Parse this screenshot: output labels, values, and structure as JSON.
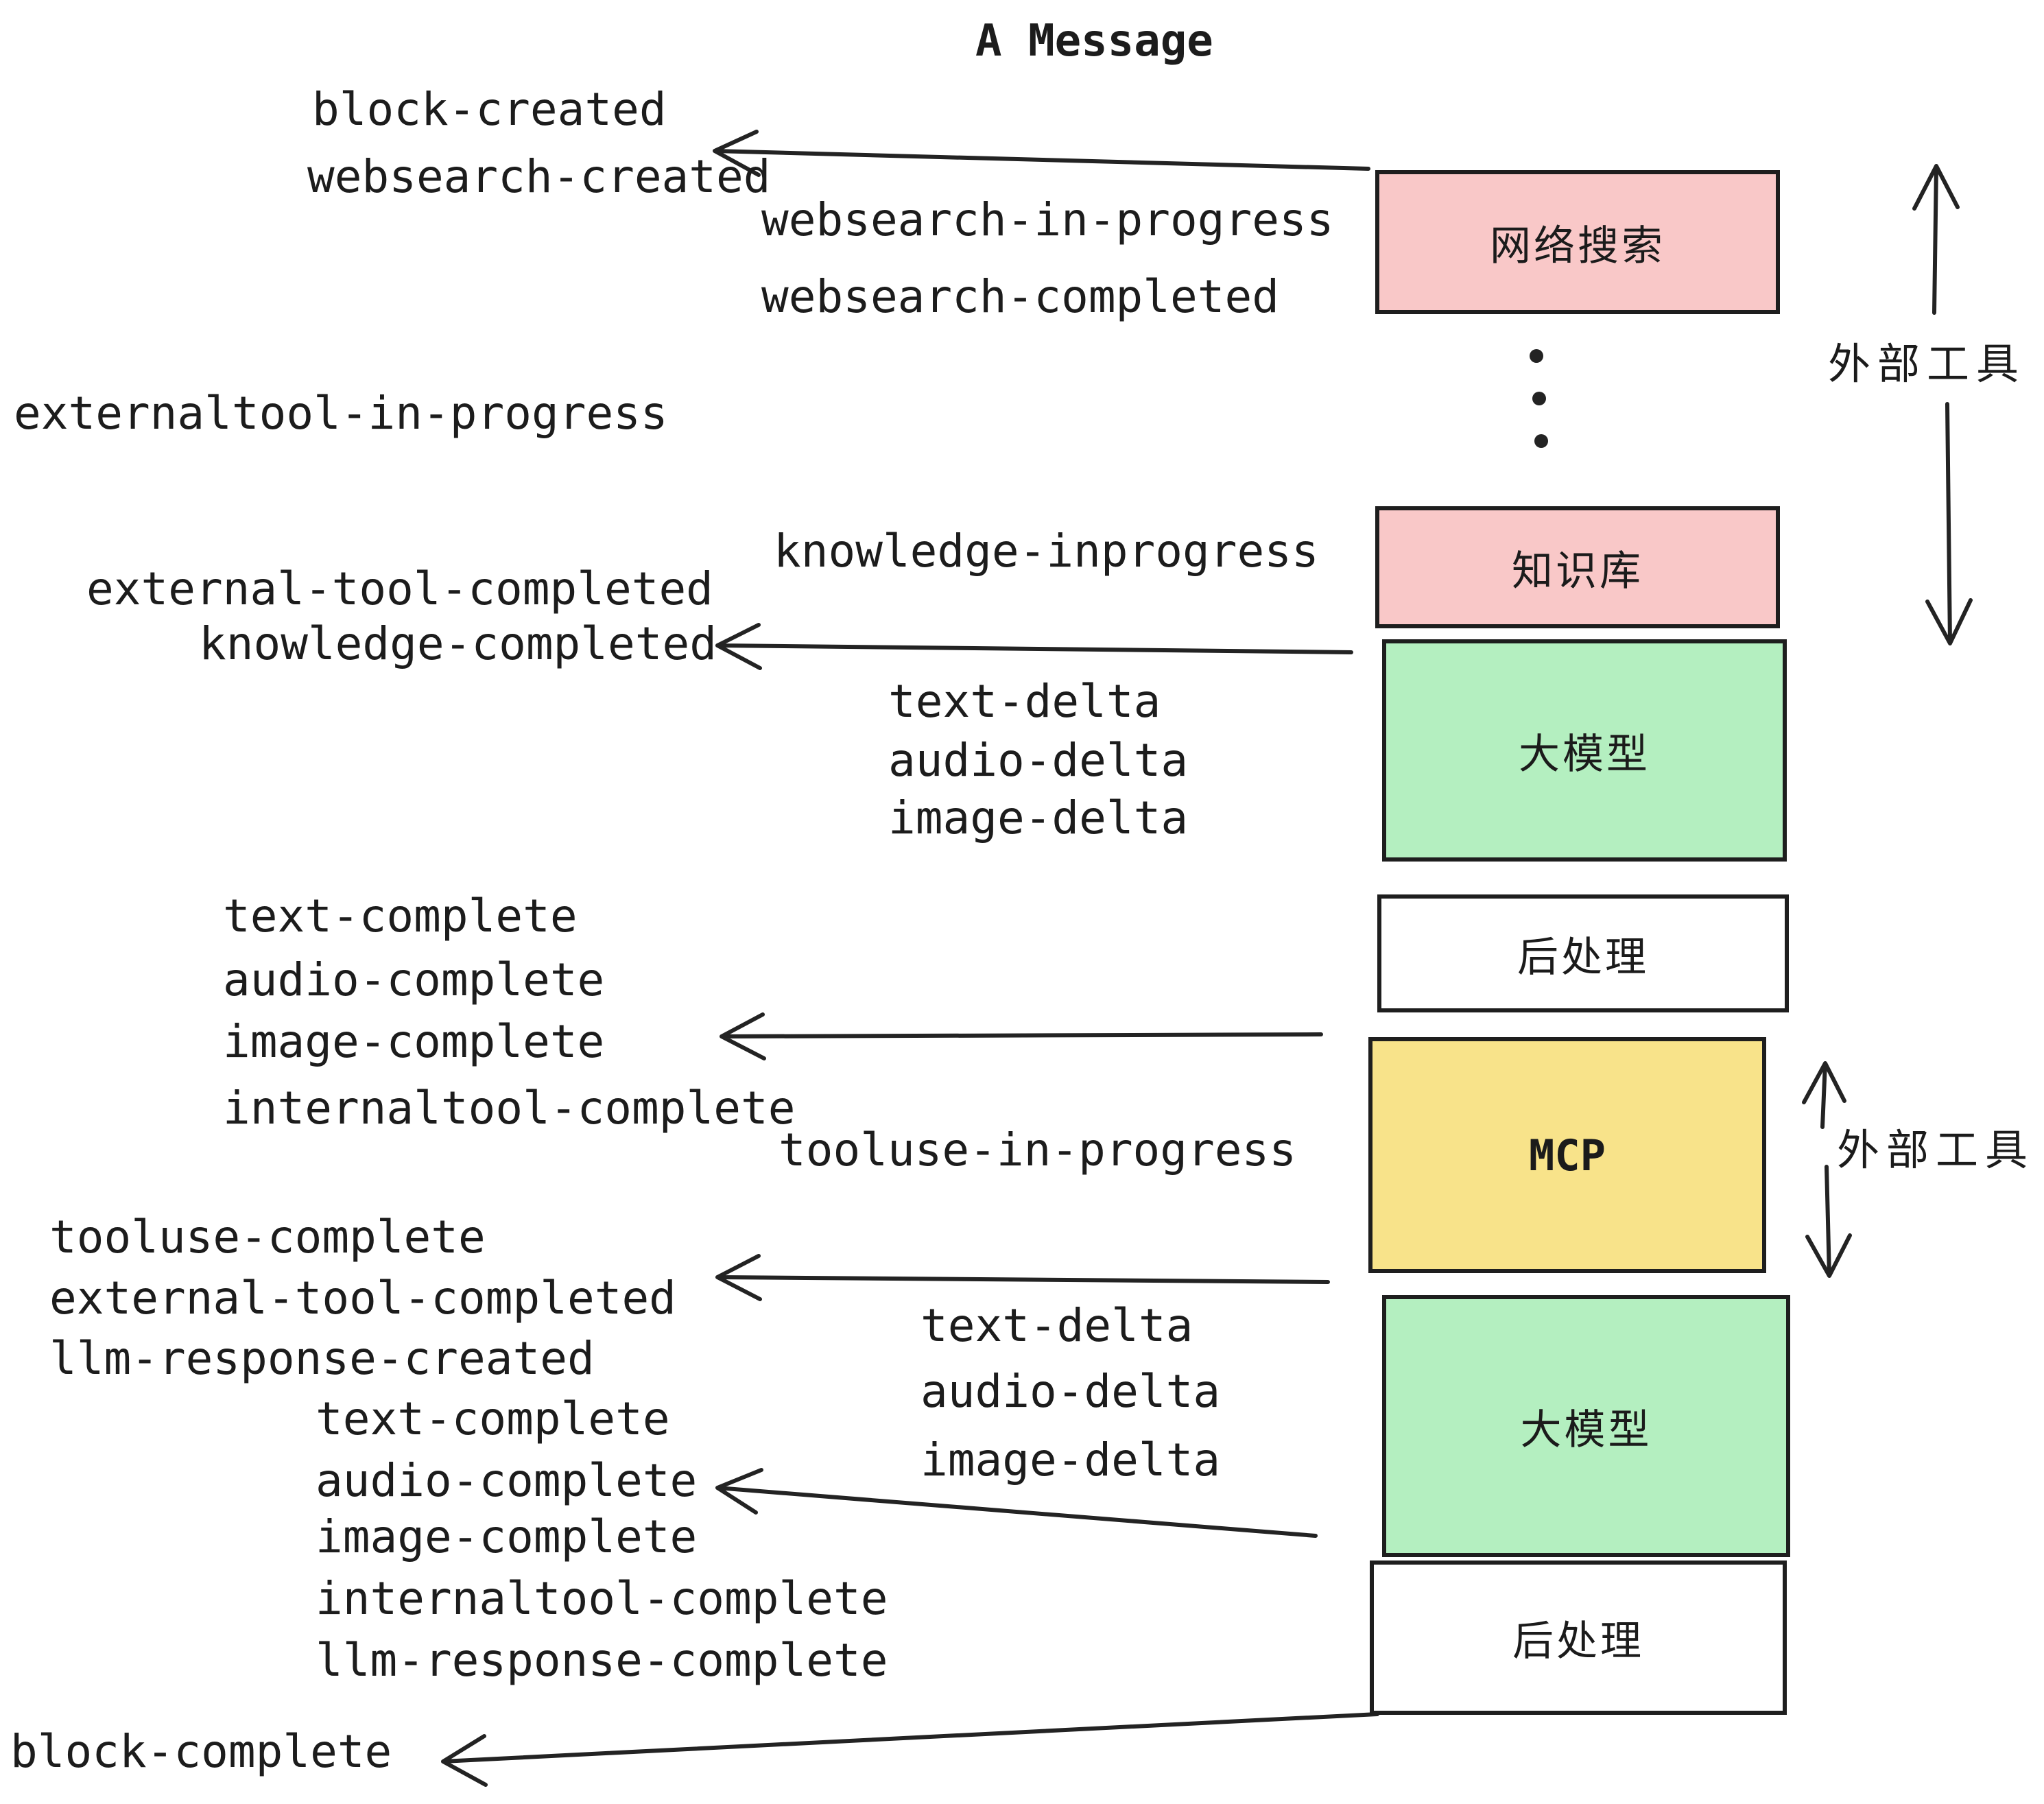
{
  "title": "A Message",
  "palette": {
    "pink": "#f9c8c8",
    "green": "#b4efc0",
    "yellow": "#f8e38a",
    "white": "#ffffff",
    "ink": "#1c1c1c"
  },
  "boxes": [
    {
      "id": "websearch",
      "label": "网络搜索",
      "color": "pink"
    },
    {
      "id": "knowledge",
      "label": "知识库",
      "color": "pink"
    },
    {
      "id": "llm-1",
      "label": "大模型",
      "color": "green"
    },
    {
      "id": "postprocess-1",
      "label": "后处理",
      "color": "white"
    },
    {
      "id": "mcp",
      "label": "MCP",
      "color": "yellow"
    },
    {
      "id": "llm-2",
      "label": "大模型",
      "color": "green"
    },
    {
      "id": "postprocess-2",
      "label": "后处理",
      "color": "white"
    }
  ],
  "side_annotations": [
    {
      "label": "外部工具"
    },
    {
      "label": "外部工具"
    }
  ],
  "events": {
    "block_created": "block-created",
    "websearch_created": "websearch-created",
    "websearch_in_progress": "websearch-in-progress",
    "websearch_completed": "websearch-completed",
    "externaltool_in_progress": "externaltool-in-progress",
    "knowledge_inprogress": "knowledge-inprogress",
    "external_tool_completed": "external-tool-completed",
    "knowledge_completed": "knowledge-completed",
    "text_delta": "text-delta",
    "audio_delta": "audio-delta",
    "image_delta": "image-delta",
    "text_complete": "text-complete",
    "audio_complete": "audio-complete",
    "image_complete": "image-complete",
    "internaltool_complete": "internaltool-complete",
    "tooluse_in_progress": "tooluse-in-progress",
    "tooluse_complete": "tooluse-complete",
    "llm_response_created": "llm-response-created",
    "llm_response_complete": "llm-response-complete",
    "block_complete": "block-complete"
  }
}
